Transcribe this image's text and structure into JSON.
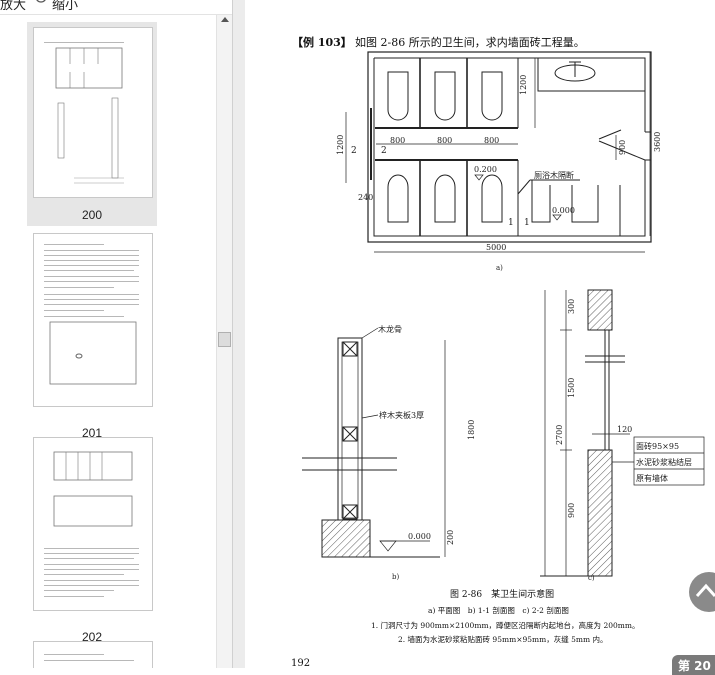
{
  "toolbar": {
    "zoom_in_label": "放大",
    "zoom_out_label": "缩小"
  },
  "thumbnails": [
    {
      "page": "200",
      "selected": true
    },
    {
      "page": "201",
      "selected": false
    },
    {
      "page": "202",
      "selected": false
    }
  ],
  "page": {
    "heading_tag": "【例 103】",
    "heading_text": "如图 2-86 所示的卫生间，求内墙面砖工程量。",
    "plan": {
      "dim_1200_top": "1200",
      "dim_800_a": "800",
      "dim_800_b": "800",
      "dim_800_c": "800",
      "dim_1200_left": "1200",
      "dim_900": "900",
      "dim_3600": "3600",
      "dim_5000": "5000",
      "dim_240": "240",
      "section_2_left": "2",
      "section_2_right": "2",
      "section_1_left": "1",
      "section_1_right": "1",
      "elev_0200": "0.200",
      "elev_0000": "0.000",
      "partition_label": "厕浴木隔断",
      "sub_label": "a)"
    },
    "section_b": {
      "label_keel": "木龙骨",
      "label_board": "梓木夹板3厚",
      "dim_1800": "1800",
      "dim_200": "200",
      "elev_0000": "0.000",
      "sub_label": "b)"
    },
    "section_c": {
      "dim_2700": "2700",
      "dim_300": "300",
      "dim_1500": "1500",
      "dim_900": "900",
      "dim_120": "120",
      "legend": [
        "面砖95×95",
        "水泥砂浆粘结层",
        "原有墙体"
      ],
      "sub_label": "c)"
    },
    "caption_title": "图 2-86　某卫生间示意图",
    "caption_sub": "a) 平面图　b) 1-1 剖面图　c) 2-2 剖面图",
    "note_1": "1. 门洞尺寸为 900mm×2100mm，蹲便区沿隔断内起地台，高度为 200mm。",
    "note_2": "2. 墙面为水泥砂浆粘贴面砖 95mm×95mm，灰缝 5mm 内。",
    "page_number": "192"
  },
  "page_badge": "第 20"
}
